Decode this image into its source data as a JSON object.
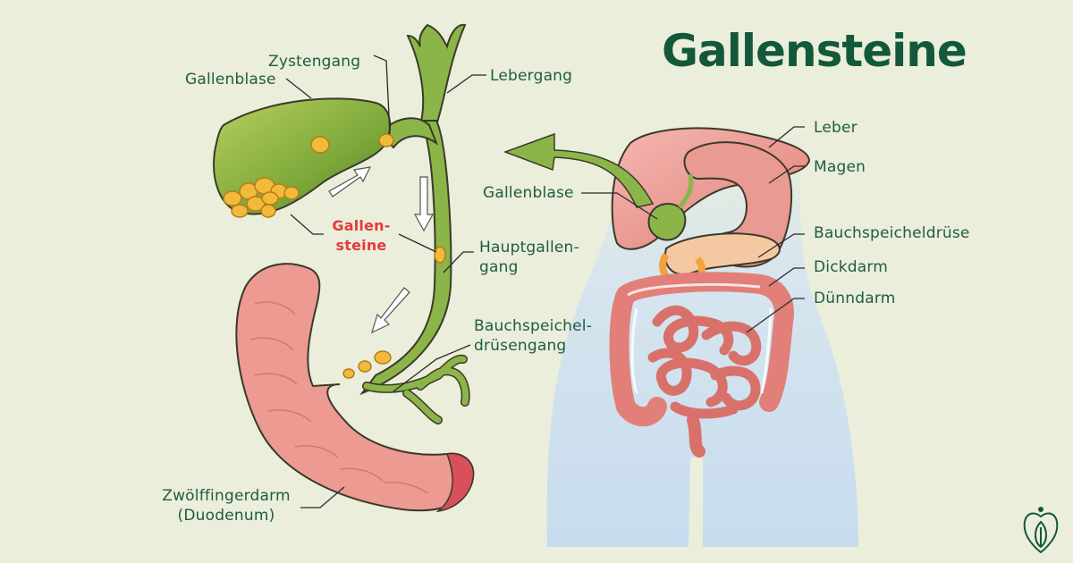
{
  "title": "Gallensteine",
  "labels": {
    "zystengang": "Zystengang",
    "gallenblase_left": "Gallenblase",
    "lebergang": "Lebergang",
    "gallensteine_line1": "Gallen-",
    "gallensteine_line2": "steine",
    "hauptgallengang_line1": "Hauptgallen-",
    "hauptgallengang_line2": "gang",
    "bauchspeicheldruesengang_line1": "Bauchspeichel-",
    "bauchspeicheldruesengang_line2": "drüsengang",
    "zwoelffingerdarm_line1": "Zwölffingerdarm",
    "zwoelffingerdarm_line2": "(Duodenum)",
    "gallenblase_right": "Gallenblase",
    "leber": "Leber",
    "magen": "Magen",
    "bauchspeicheldruese": "Bauchspeicheldrüse",
    "dickdarm": "Dickdarm",
    "duenndarm": "Dünndarm"
  },
  "colors": {
    "background": "#eaeedb",
    "title": "#13583b",
    "label_text": "#1f5c3f",
    "stones_label": "#e23c3c",
    "bile": "#8bb548",
    "gallbladder_dark": "#5e8f2a",
    "stone": "#f2b93b",
    "intestine": "#e88c86",
    "body": "#cfe0ef"
  },
  "icons": {
    "logo": "leaf-shield-logo"
  }
}
